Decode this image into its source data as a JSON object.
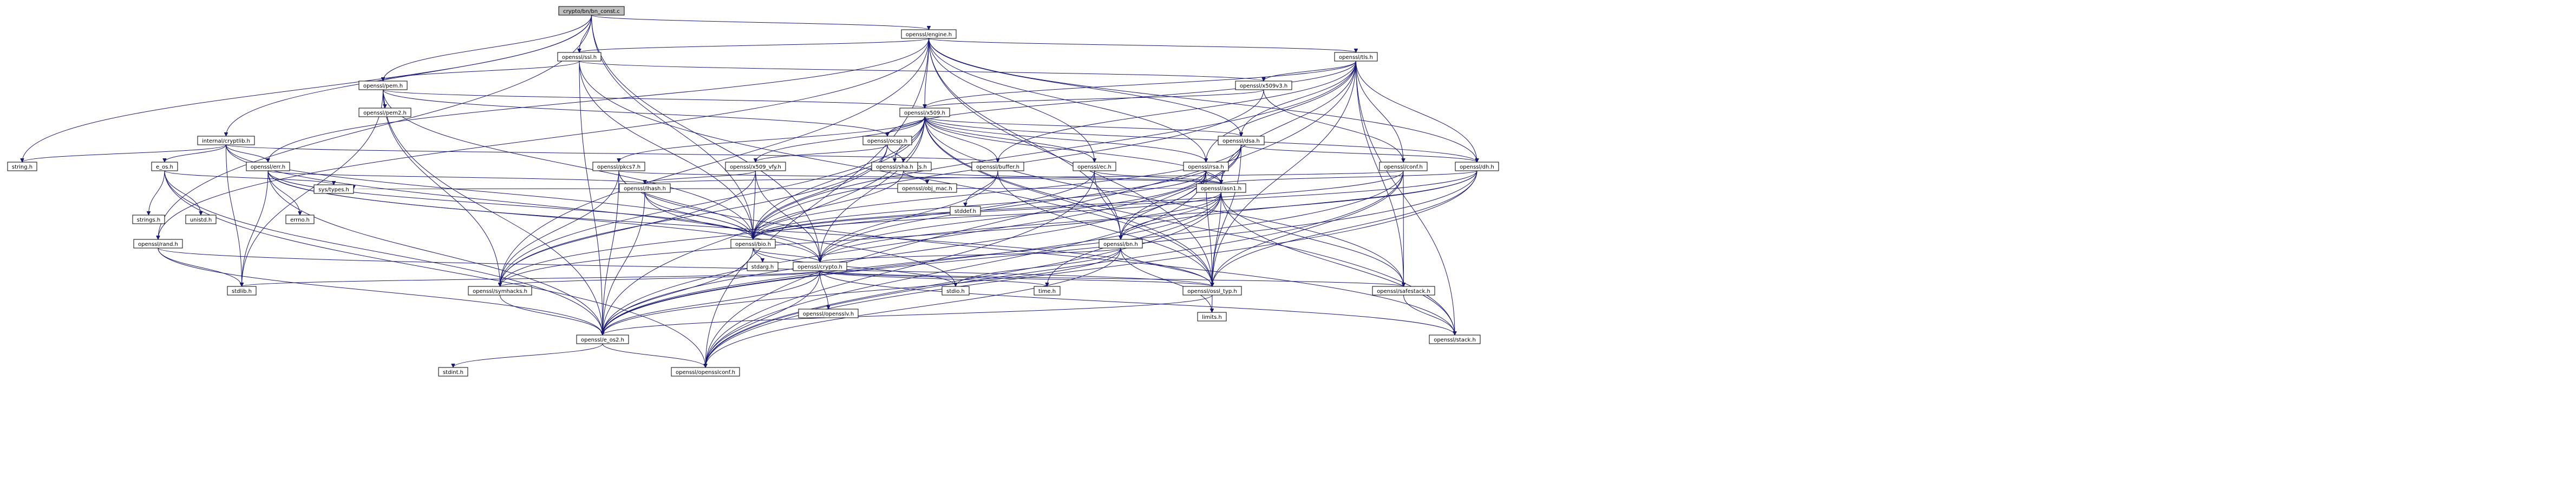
{
  "graph": {
    "root": "crypto/bn/bn_const.c",
    "nodes": [
      {
        "id": "root",
        "label": "crypto/bn/bn_const.c",
        "root": true
      },
      {
        "id": "engine",
        "label": "openssl/engine.h"
      },
      {
        "id": "ssl",
        "label": "openssl/ssl.h"
      },
      {
        "id": "tls",
        "label": "openssl/tls.h"
      },
      {
        "id": "pem",
        "label": "openssl/pem.h"
      },
      {
        "id": "x509v3",
        "label": "openssl/x509v3.h"
      },
      {
        "id": "pem2",
        "label": "openssl/pem2.h"
      },
      {
        "id": "x509",
        "label": "openssl/x509.h"
      },
      {
        "id": "cryptlib",
        "label": "internal/cryptlib.h"
      },
      {
        "id": "ocsp",
        "label": "openssl/ocsp.h"
      },
      {
        "id": "dsa",
        "label": "openssl/dsa.h"
      },
      {
        "id": "stringh",
        "label": "string.h"
      },
      {
        "id": "eos",
        "label": "e_os.h"
      },
      {
        "id": "err",
        "label": "openssl/err.h"
      },
      {
        "id": "pkcs7",
        "label": "openssl/pkcs7.h"
      },
      {
        "id": "x509vfy",
        "label": "openssl/x509_vfy.h"
      },
      {
        "id": "ssl_objects",
        "label": "openssl/objects.h"
      },
      {
        "id": "rsa",
        "label": "openssl/rsa.h"
      },
      {
        "id": "conf",
        "label": "openssl/conf.h"
      },
      {
        "id": "dh",
        "label": "openssl/dh.h"
      },
      {
        "id": "ec",
        "label": "openssl/ec.h"
      },
      {
        "id": "buffer",
        "label": "openssl/buffer.h"
      },
      {
        "id": "rand",
        "label": "openssl/rand.h"
      },
      {
        "id": "lhash",
        "label": "openssl/lhash.h"
      },
      {
        "id": "asn1",
        "label": "openssl/asn1.h"
      },
      {
        "id": "obj_mac",
        "label": "openssl/obj_mac.h"
      },
      {
        "id": "stringsh",
        "label": "strings.h"
      },
      {
        "id": "unistdh",
        "label": "unistd.h"
      },
      {
        "id": "errnoh",
        "label": "errno.h"
      },
      {
        "id": "systypes",
        "label": "sys/types.h"
      },
      {
        "id": "stddefh",
        "label": "stddef.h"
      },
      {
        "id": "sha",
        "label": "openssl/sha.h"
      },
      {
        "id": "bio",
        "label": "openssl/bio.h"
      },
      {
        "id": "bn",
        "label": "openssl/bn.h"
      },
      {
        "id": "stdargh",
        "label": "stdarg.h"
      },
      {
        "id": "crypto",
        "label": "openssl/crypto.h"
      },
      {
        "id": "stdioh",
        "label": "stdio.h"
      },
      {
        "id": "stdlibh",
        "label": "stdlib.h"
      },
      {
        "id": "symhacks",
        "label": "openssl/symhacks.h"
      },
      {
        "id": "timeh",
        "label": "time.h"
      },
      {
        "id": "ossl_typ",
        "label": "openssl/ossl_typ.h"
      },
      {
        "id": "safestack",
        "label": "openssl/safestack.h"
      },
      {
        "id": "opensslv",
        "label": "openssl/opensslv.h"
      },
      {
        "id": "limitsh",
        "label": "limits.h"
      },
      {
        "id": "e_os2",
        "label": "openssl/e_os2.h"
      },
      {
        "id": "stack",
        "label": "openssl/stack.h"
      },
      {
        "id": "stdinth",
        "label": "stdint.h"
      },
      {
        "id": "opensslconf",
        "label": "openssl/opensslconf.h"
      }
    ]
  }
}
